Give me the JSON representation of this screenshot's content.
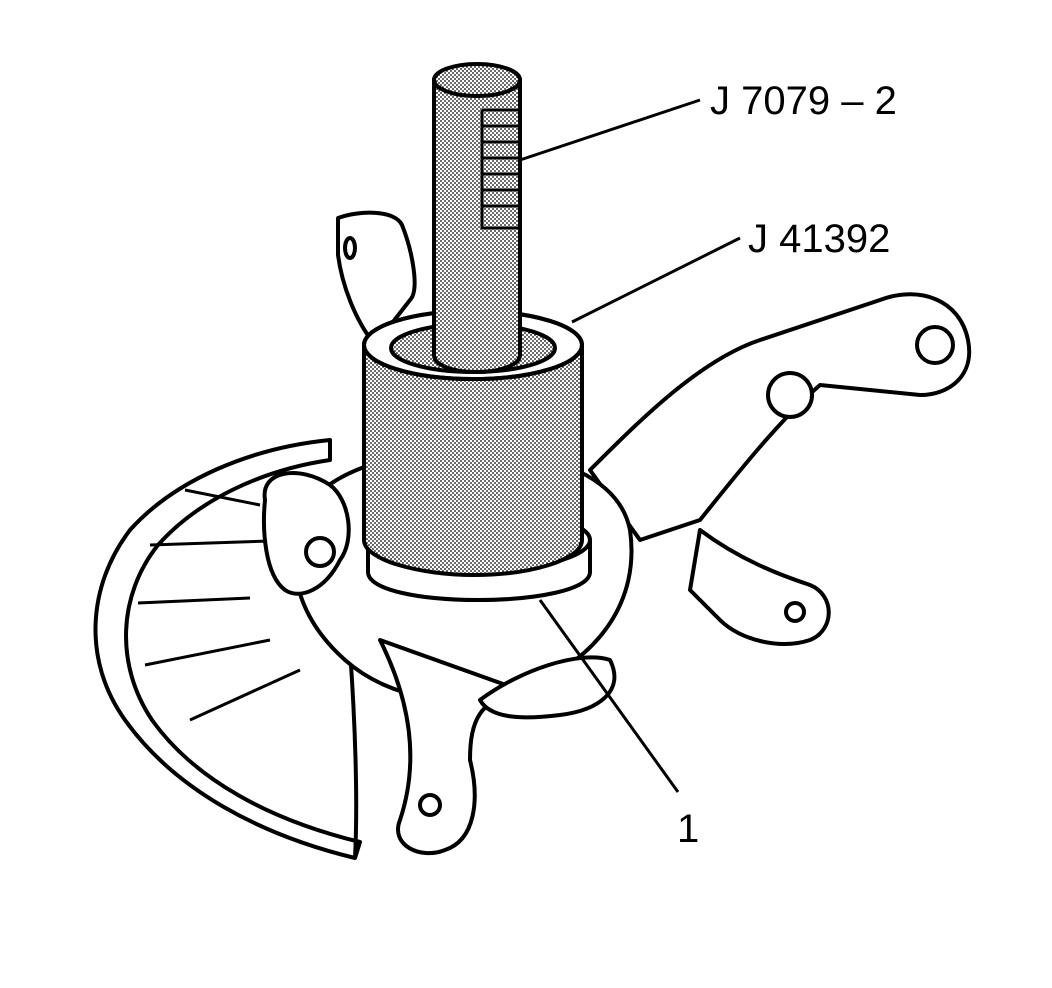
{
  "callouts": {
    "driver_handle": "J 7079 – 2",
    "installer": "J 41392",
    "bearing": "1"
  },
  "colors": {
    "ink": "#000000",
    "paper": "#ffffff",
    "tool_tone": "#b8b8b8"
  }
}
